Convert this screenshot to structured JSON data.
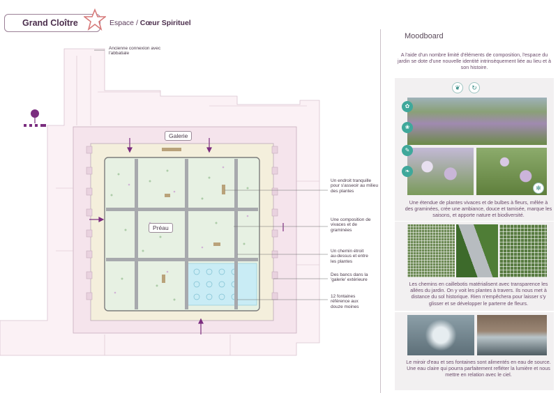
{
  "header": {
    "title": "Grand Cloître",
    "subtitle_prefix": "Espace / ",
    "subtitle_bold": "Cœur Spirituel"
  },
  "plan": {
    "label_connexion": "Ancienne connexion avec l'abbatiale",
    "label_galerie": "Galerie",
    "label_preau": "Préau",
    "annotations": [
      "Un endroit tranquille pour s'asseoir au milieu des plantes",
      "Une composition de vivaces et de graminées",
      "Un chemin étroit au-dessus et entre les plantes",
      "Des bancs dans la 'galerie' extérieure",
      "12 fontaines référence aux douze moines"
    ]
  },
  "moodboard": {
    "title": "Moodboard",
    "intro": "A l'aide d'un nombre limité d'éléments de composition, l'espace du jardin se dote d'une nouvelle identité intrinsèquement liée au lieu et à son histoire.",
    "caption_plants": "Une étendue de plantes vivaces et de bulbes à fleurs, mêlée à des graminées, crée une ambiance, douce et tamisée, marque les saisons, et apporte nature et biodiversité.",
    "caption_paths": "Les chemins en caillebotis matérialisent avec transparence les allées du jardin. On y voit les plantes à travers. Ils nous met à distance du sol historique. Rien n'empêchera pour laisser s'y glisser et se développer le parterre de fleurs.",
    "caption_water": "Le miroir d'eau et ses fontaines sont alimentés en eau de source. Une eau claire qui pourra parfaitement refléter la lumière et nous mettre en relation avec le ciel."
  },
  "colors": {
    "accent_purple": "#7b2d7f",
    "building_pink": "#f5e4ec",
    "path_gray": "#a7a9ad",
    "water_blue": "#c9ecf5",
    "icon_teal": "#3fa89b"
  }
}
